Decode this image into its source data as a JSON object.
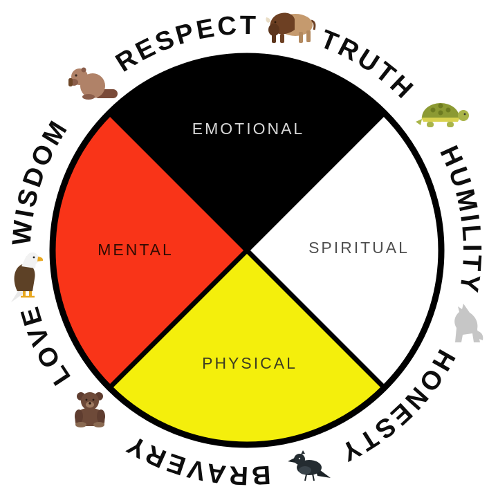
{
  "wheel": {
    "ring_color": "#000000",
    "divider_color": "#000000",
    "quadrants": [
      {
        "label": "EMOTIONAL",
        "position": "top",
        "color": "#000000",
        "text_color": "#d8d8d8"
      },
      {
        "label": "MENTAL",
        "position": "left",
        "color": "#f93418",
        "text_color": "#310b02"
      },
      {
        "label": "SPIRITUAL",
        "position": "right",
        "color": "#ffffff",
        "text_color": "#4f4f4f"
      },
      {
        "label": "PHYSICAL",
        "position": "bottom",
        "color": "#f4ef0c",
        "text_color": "#3c3c22"
      }
    ]
  },
  "ring": {
    "text_color": "#0d0d0d",
    "words": [
      {
        "label": "RESPECT"
      },
      {
        "label": "TRUTH"
      },
      {
        "label": "HUMILITY"
      },
      {
        "label": "HONESTY"
      },
      {
        "label": "BRAVERY"
      },
      {
        "label": "LOVE"
      },
      {
        "label": "WISDOM"
      }
    ],
    "animal_icons": [
      "beaver-icon",
      "bison-icon",
      "turtle-icon",
      "wolf-icon",
      "raven-icon",
      "bear-icon",
      "eagle-icon"
    ]
  }
}
